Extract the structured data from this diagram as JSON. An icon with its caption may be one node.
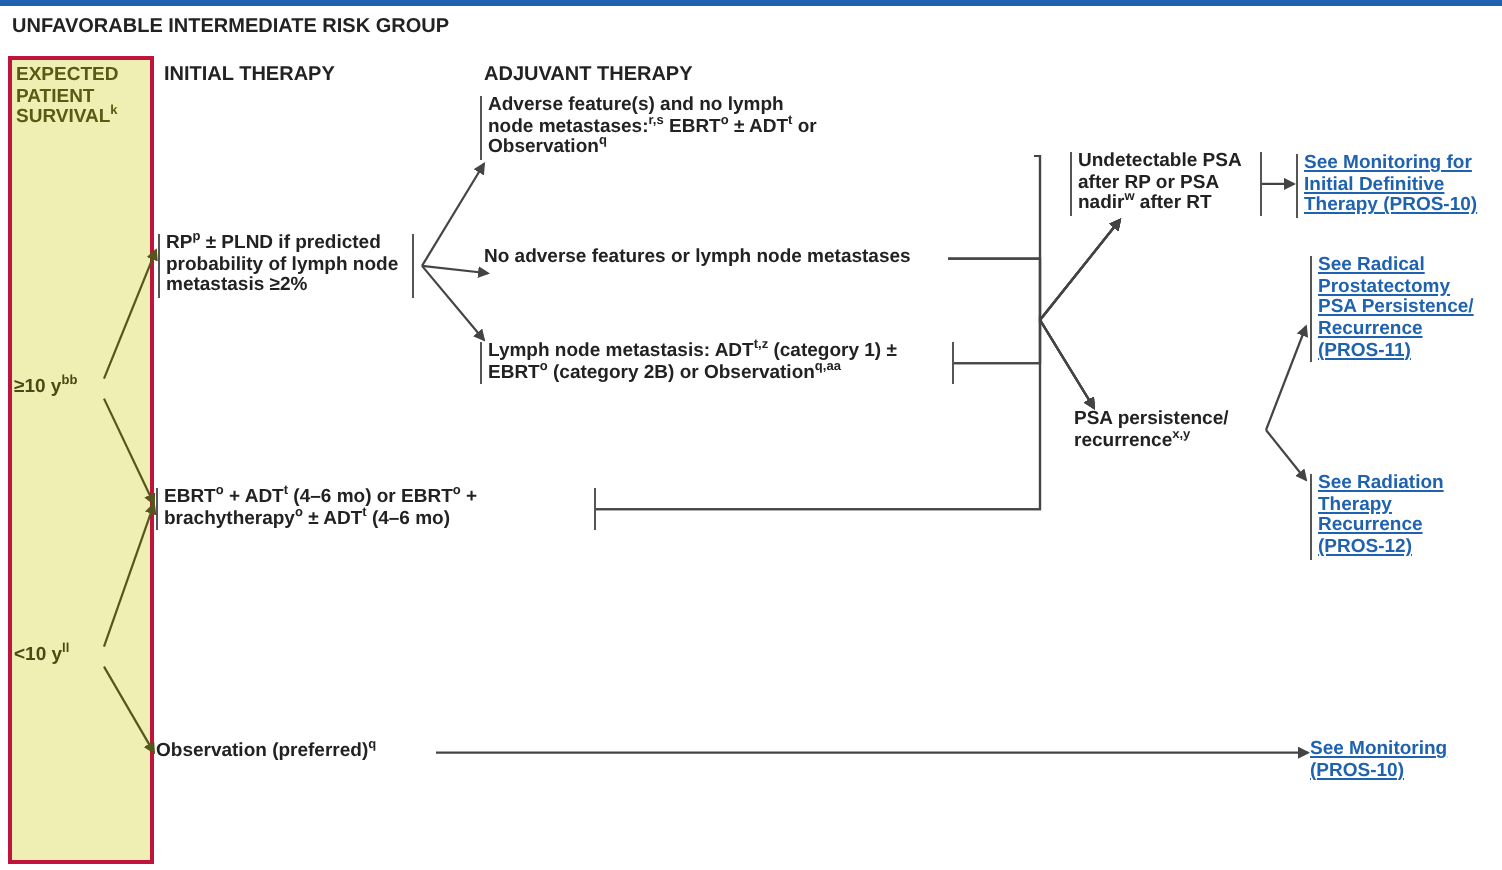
{
  "diagram": {
    "title": "UNFAVORABLE INTERMEDIATE RISK GROUP",
    "nodes": [
      {
        "text": [
          "EXPECTED PATIENT SURVIVAL$^{k}$"
        ]
      },
      {
        "text": [
          "≥10 y$^{bb}$"
        ],
        "in": 0
      },
      {
        "text": [
          "<10 y$^{ll}$"
        ],
        "in": 0
      },
      {
        "text": [
          "RP$^{p}$ ± PLND if predicted probability of lymph node metastasis ≥2%"
        ]
      },
      {
        "text": [
          "EBRT$^{o}$ + ADT$^{t}$ (4–6 mo) or EBRT$^{o}$ + brachytherapy$^{o}$ ± ADT$^{t}$ (4–6 mo)"
        ]
      },
      {
        "text": [
          "Observation (preferred)$^{q}$"
        ]
      },
      {
        "text": [
          "Adverse feature(s) and no lymph node metastases:$^{r,s}$ EBRT$^{o}$ ± ADT$^{t}$ or Observation$^{q}$"
        ]
      },
      {
        "text": [
          "No adverse features or lymph node metastases"
        ]
      },
      {
        "text": [
          "Lymph node metastasis: ADT$^{t,z}$ (category 1) ± EBRT$^{o}$ (category 2B) or Observation$^{q,aa}$"
        ]
      },
      {
        "text": [
          "Undetectable PSA after RP or PSA nadir$^{w}$ after RT"
        ]
      },
      {
        "text": [
          "PSA persistence/ recurrence$^{x,y}$"
        ]
      },
      {
        "text": [
          "See Monitoring for Initial Definitive Therapy (PROS-10)"
        ]
      },
      {
        "text": [
          "See Radical Prostatectomy PSA Persistence/ Recurrence (PROS-11)"
        ]
      },
      {
        "text": [
          "See Radiation Therapy Recurrence (PROS-12)"
        ]
      },
      {
        "text": [
          "See Monitoring (PROS-10)"
        ]
      }
    ],
    "edges": [
      {
        "from": 1,
        "to": 3,
        "arrow": "to",
        "color": "#55551e"
      },
      {
        "from": 1,
        "to": 4,
        "arrow": "to",
        "color": "#55551e"
      },
      {
        "from": 2,
        "to": 4,
        "arrow": "to",
        "color": "#55551e"
      },
      {
        "from": 2,
        "to": 5,
        "arrow": "to",
        "color": "#55551e"
      },
      {
        "from": 3,
        "to": 6,
        "arrow": "to"
      },
      {
        "from": 3,
        "to": 7,
        "arrow": "to"
      },
      {
        "from": 3,
        "to": 8,
        "arrow": "to"
      },
      {
        "from": 6,
        "to": 9,
        "arrow": "to"
      },
      {
        "from": 6,
        "to": 10,
        "arrow": "to"
      },
      {
        "from": 7,
        "to": 9,
        "arrow": "to"
      },
      {
        "from": 7,
        "to": 10,
        "arrow": "to"
      },
      {
        "from": 8,
        "to": 9,
        "arrow": "to"
      },
      {
        "from": 8,
        "to": 10,
        "arrow": "to"
      },
      {
        "from": 4,
        "to": 9,
        "arrow": "to"
      },
      {
        "from": 4,
        "to": 10,
        "arrow": "to"
      },
      {
        "from": 9,
        "to": 11,
        "arrow": "to"
      },
      {
        "from": 10,
        "to": 12,
        "arrow": "to"
      },
      {
        "from": 10,
        "to": 13,
        "arrow": "to"
      },
      {
        "from": 5,
        "to": 14,
        "arrow": "to"
      }
    ],
    "labels": [
      "INITIAL THERAPY",
      "ADJUVANT THERAPY"
    ]
  }
}
